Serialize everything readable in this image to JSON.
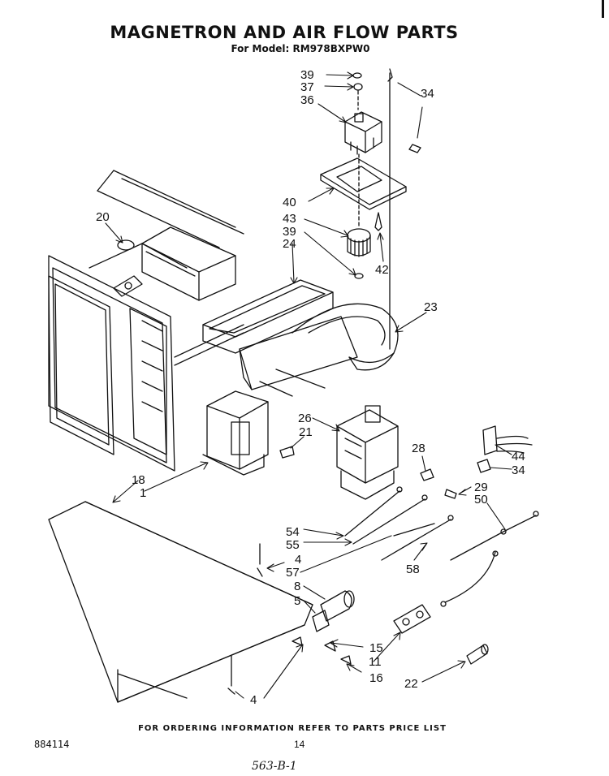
{
  "title": "MAGNETRON AND AIR FLOW PARTS",
  "subtitle": "For Model: RM978BXPW0",
  "footer": "FOR ORDERING INFORMATION REFER TO PARTS PRICE LIST",
  "doc_number": "884114",
  "page_number": "14",
  "handwritten_note": "563-B-1",
  "callouts": {
    "c39a": "39",
    "c37": "37",
    "c36": "36",
    "c34a": "34",
    "c40": "40",
    "c43": "43",
    "c39b": "39",
    "c24": "24",
    "c42": "42",
    "c20": "20",
    "c23": "23",
    "c26": "26",
    "c21": "21",
    "c28": "28",
    "c44": "44",
    "c34b": "34",
    "c29": "29",
    "c50": "50",
    "c18": "18",
    "c1": "1",
    "c54": "54",
    "c55": "55",
    "c4a": "4",
    "c57": "57",
    "c58": "58",
    "c8": "8",
    "c5": "5",
    "c15": "15",
    "c11": "11",
    "c16": "16",
    "c22": "22",
    "c4b": "4"
  }
}
